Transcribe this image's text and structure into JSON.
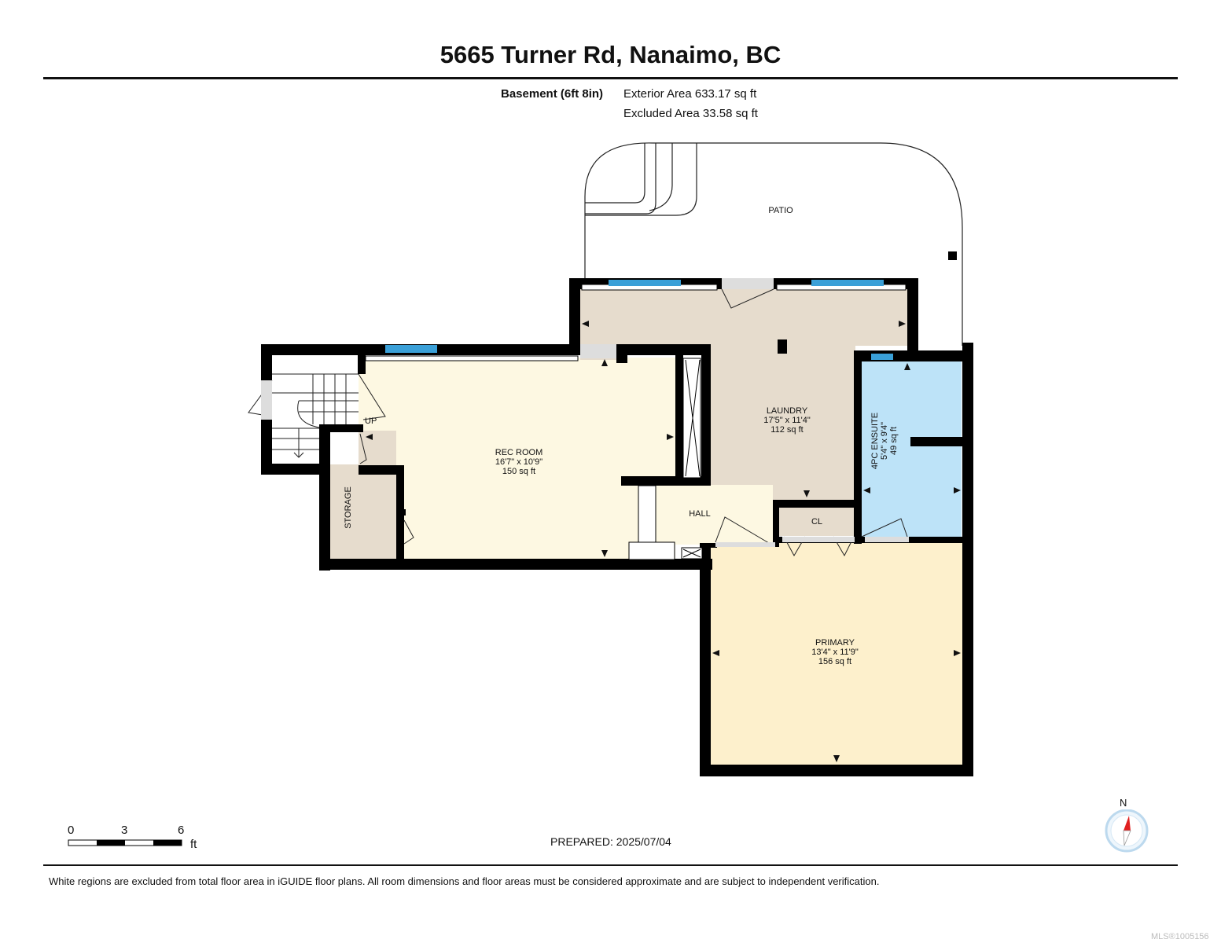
{
  "title": "5665 Turner Rd, Nanaimo, BC",
  "level": {
    "name": "Basement (6ft 8in)",
    "exterior_area": "Exterior Area 633.17 sq ft",
    "excluded_area": "Excluded Area 33.58 sq ft"
  },
  "rooms": {
    "patio": {
      "name": "PATIO"
    },
    "laundry": {
      "name": "LAUNDRY",
      "dims": "17'5\" x 11'4\"",
      "area": "112 sq ft"
    },
    "rec_room": {
      "name": "REC ROOM",
      "dims": "16'7\" x 10'9\"",
      "area": "150 sq ft"
    },
    "ensuite": {
      "name": "4PC ENSUITE",
      "dims": "5'4\" x 9'4\"",
      "area": "49 sq ft"
    },
    "storage": {
      "name": "STORAGE"
    },
    "hall": {
      "name": "HALL"
    },
    "closet": {
      "name": "CL"
    },
    "primary": {
      "name": "PRIMARY",
      "dims": "13'4\" x 11'9\"",
      "area": "156 sq ft"
    },
    "stairs": {
      "label": "UP"
    }
  },
  "scale": {
    "ticks": [
      "0",
      "3",
      "6"
    ],
    "unit": "ft"
  },
  "compass": {
    "label": "N"
  },
  "prepared": "PREPARED: 2025/07/04",
  "disclaimer": "White regions are excluded from total floor area in iGUIDE floor plans. All room dimensions and floor areas must be considered approximate and are subject to independent verification.",
  "mls": "MLS®1005156",
  "colors": {
    "wall": "#000000",
    "window": "#3aa0d8",
    "laundry": "#e6dccd",
    "rec_room": "#fdf8e2",
    "ensuite": "#bde3f8",
    "storage": "#e6dccd",
    "primary": "#fdf0cc",
    "compass_ring": "#bcd9ee",
    "compass_needle": "#e02020"
  }
}
